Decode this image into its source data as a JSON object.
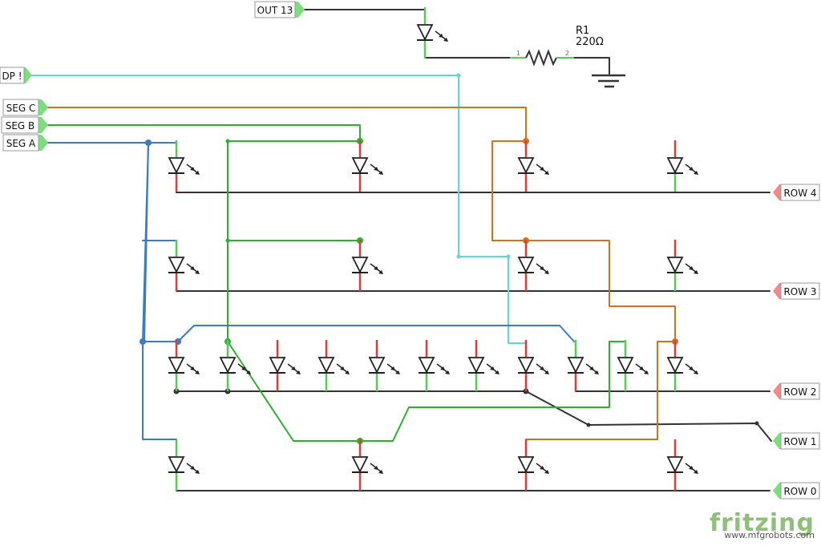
{
  "colors": {
    "wire_black": "#333333",
    "wire_green": "#2bb12b",
    "wire_blue": "#3a7bc8",
    "wire_orange": "#d2731c",
    "wire_cyan": "#5fd8cf",
    "lead_red": "#e03a3a",
    "lead_green": "#55cc55",
    "input_flag": "#7be07b",
    "output_flag": "#f08a8a",
    "brand_green": "#8fbf7a",
    "muted_text": "#6b6b6b"
  },
  "inputs": [
    "OUT 13",
    "DP !",
    "SEG C",
    "SEG B",
    "SEG A"
  ],
  "outputs": [
    "ROW 4",
    "ROW 3",
    "ROW 2",
    "ROW 1",
    "ROW 0"
  ],
  "resistor": {
    "name": "R1",
    "value": "220Ω",
    "pin1": "1",
    "pin2": "2"
  },
  "brand": {
    "name": "fritzing",
    "site": "www.mfgrobots.com"
  },
  "leds": [
    {
      "row": "ROW 4",
      "col": 1
    },
    {
      "row": "ROW 4",
      "col": 2
    },
    {
      "row": "ROW 4",
      "col": 3
    },
    {
      "row": "ROW 4",
      "col": 4
    },
    {
      "row": "ROW 3",
      "col": 1
    },
    {
      "row": "ROW 3",
      "col": 2
    },
    {
      "row": "ROW 3",
      "col": 3
    },
    {
      "row": "ROW 3",
      "col": 4
    },
    {
      "row": "ROW 2",
      "col": 1
    },
    {
      "row": "ROW 2",
      "col": 2
    },
    {
      "row": "ROW 2",
      "col": 3
    },
    {
      "row": "ROW 2",
      "col": 4
    },
    {
      "row": "ROW 2",
      "col": 5
    },
    {
      "row": "ROW 2",
      "col": 6
    },
    {
      "row": "ROW 2",
      "col": 7
    },
    {
      "row": "ROW 2",
      "col": 8
    },
    {
      "row": "ROW 2",
      "col": 9
    },
    {
      "row": "ROW 2",
      "col": 10
    },
    {
      "row": "ROW 2",
      "col": 11
    },
    {
      "row": "ROW 0",
      "col": 1
    },
    {
      "row": "ROW 0",
      "col": 2
    },
    {
      "row": "ROW 0",
      "col": 3
    },
    {
      "row": "ROW 0",
      "col": 4
    },
    {
      "row": "OUT 13",
      "col": 1
    }
  ]
}
